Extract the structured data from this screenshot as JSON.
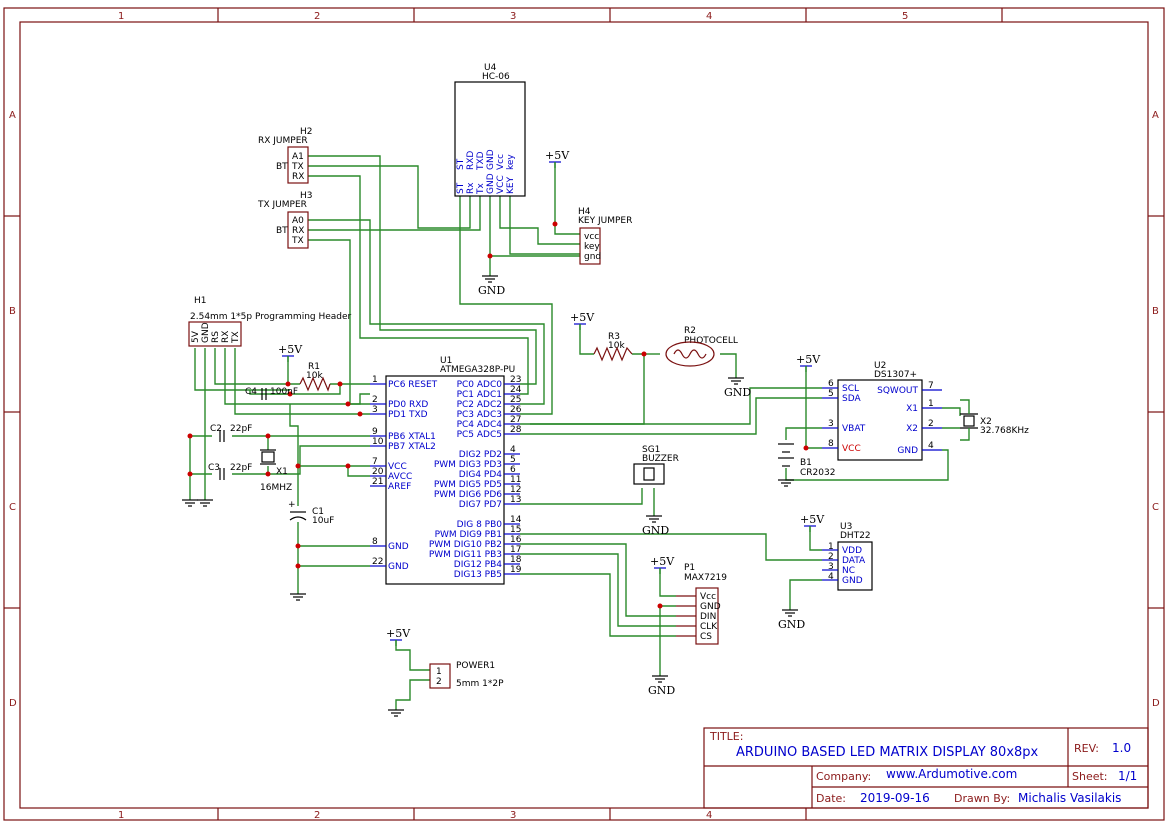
{
  "frame": {
    "cols": [
      "1",
      "2",
      "3",
      "4",
      "5"
    ],
    "rows": [
      "A",
      "B",
      "C",
      "D"
    ]
  },
  "power": {
    "vcc": "+5V",
    "gnd": "GND"
  },
  "u4": {
    "ref": "U4",
    "value": "HC-06",
    "pins_top": [
      "ST",
      "RXD",
      "TXD",
      "GND",
      "Vcc",
      "key"
    ],
    "pins_bot": [
      "ST",
      "Rx",
      "Tx",
      "GND",
      "VCC",
      "KEY"
    ]
  },
  "h2": {
    "ref": "H2",
    "value": "RX JUMPER",
    "pins": [
      "A1",
      "TX",
      "RX"
    ],
    "side": "BT"
  },
  "h3": {
    "ref": "H3",
    "value": "TX JUMPER",
    "pins": [
      "A0",
      "RX",
      "TX"
    ],
    "side": "BT"
  },
  "h4": {
    "ref": "H4",
    "value": "KEY JUMPER",
    "pins": [
      "vcc",
      "key",
      "gnd"
    ]
  },
  "h1": {
    "ref": "H1",
    "value": "2.54mm 1*5p Programming Header",
    "pins": [
      "5V",
      "GND",
      "RS",
      "RX",
      "TX"
    ]
  },
  "r1": {
    "ref": "R1",
    "value": "10k"
  },
  "r3": {
    "ref": "R3",
    "value": "10k"
  },
  "r2": {
    "ref": "R2",
    "value": "PHOTOCELL"
  },
  "c4": {
    "ref": "C4",
    "value": "100nF"
  },
  "c2": {
    "ref": "C2",
    "value": "22pF"
  },
  "c3": {
    "ref": "C3",
    "value": "22pF"
  },
  "c1": {
    "ref": "C1",
    "value": "10uF"
  },
  "x1": {
    "ref": "X1",
    "value": "16MHZ"
  },
  "x2": {
    "ref": "X2",
    "value": "32.768KHz"
  },
  "u1": {
    "ref": "U1",
    "value": "ATMEGA328P-PU",
    "left": [
      [
        "1",
        "PC6 RESET"
      ],
      [
        "2",
        "PD0 RXD"
      ],
      [
        "3",
        "PD1 TXD"
      ],
      [
        "9",
        "PB6 XTAL1"
      ],
      [
        "10",
        "PB7 XTAL2"
      ],
      [
        "7",
        "VCC"
      ],
      [
        "20",
        "AVCC"
      ],
      [
        "21",
        "AREF"
      ],
      [
        "8",
        "GND"
      ],
      [
        "22",
        "GND"
      ]
    ],
    "right": [
      [
        "23",
        "PC0 ADC0"
      ],
      [
        "24",
        "PC1 ADC1"
      ],
      [
        "25",
        "PC2 ADC2"
      ],
      [
        "26",
        "PC3 ADC3"
      ],
      [
        "27",
        "PC4 ADC4"
      ],
      [
        "28",
        "PC5 ADC5"
      ],
      [
        "4",
        "DIG2 PD2"
      ],
      [
        "5",
        "PWM DIG3 PD3"
      ],
      [
        "6",
        "DIG4 PD4"
      ],
      [
        "11",
        "PWM DIG5 PD5"
      ],
      [
        "12",
        "PWM DIG6 PD6"
      ],
      [
        "13",
        "DIG7 PD7"
      ],
      [
        "14",
        "DIG 8 PB0"
      ],
      [
        "15",
        "PWM DIG9 PB1"
      ],
      [
        "16",
        "PWM DIG10 PB2"
      ],
      [
        "17",
        "PWM DIG11 PB3"
      ],
      [
        "18",
        "DIG12 PB4"
      ],
      [
        "19",
        "DIG13 PB5"
      ]
    ]
  },
  "u2": {
    "ref": "U2",
    "value": "DS1307+",
    "left": [
      [
        "6",
        "SCL"
      ],
      [
        "5",
        "SDA"
      ],
      [
        "3",
        "VBAT"
      ],
      [
        "8",
        "VCC"
      ]
    ],
    "right": [
      [
        "7",
        "SQWOUT"
      ],
      [
        "1",
        "X1"
      ],
      [
        "2",
        "X2"
      ],
      [
        "4",
        "GND"
      ]
    ]
  },
  "b1": {
    "ref": "B1",
    "value": "CR2032"
  },
  "sg1": {
    "ref": "SG1",
    "value": "BUZZER"
  },
  "u3": {
    "ref": "U3",
    "value": "DHT22",
    "pins": [
      [
        "1",
        "VDD"
      ],
      [
        "2",
        "DATA"
      ],
      [
        "3",
        "NC"
      ],
      [
        "4",
        "GND"
      ]
    ]
  },
  "p1": {
    "ref": "P1",
    "value": "MAX7219",
    "pins": [
      "Vcc",
      "GND",
      "DIN",
      "CLK",
      "CS"
    ]
  },
  "power1": {
    "ref": "POWER1",
    "value": "5mm 1*2P",
    "pins": [
      "1",
      "2"
    ]
  },
  "title_block": {
    "title_label": "TITLE:",
    "title": "ARDUINO BASED LED MATRIX DISPLAY 80x8px",
    "rev_label": "REV:",
    "rev": "1.0",
    "company_label": "Company:",
    "company": "www.Ardumotive.com",
    "sheet_label": "Sheet:",
    "sheet": "1/1",
    "date_label": "Date:",
    "date": "2019-09-16",
    "drawn_label": "Drawn By:",
    "drawn": "Michalis Vasilakis"
  }
}
